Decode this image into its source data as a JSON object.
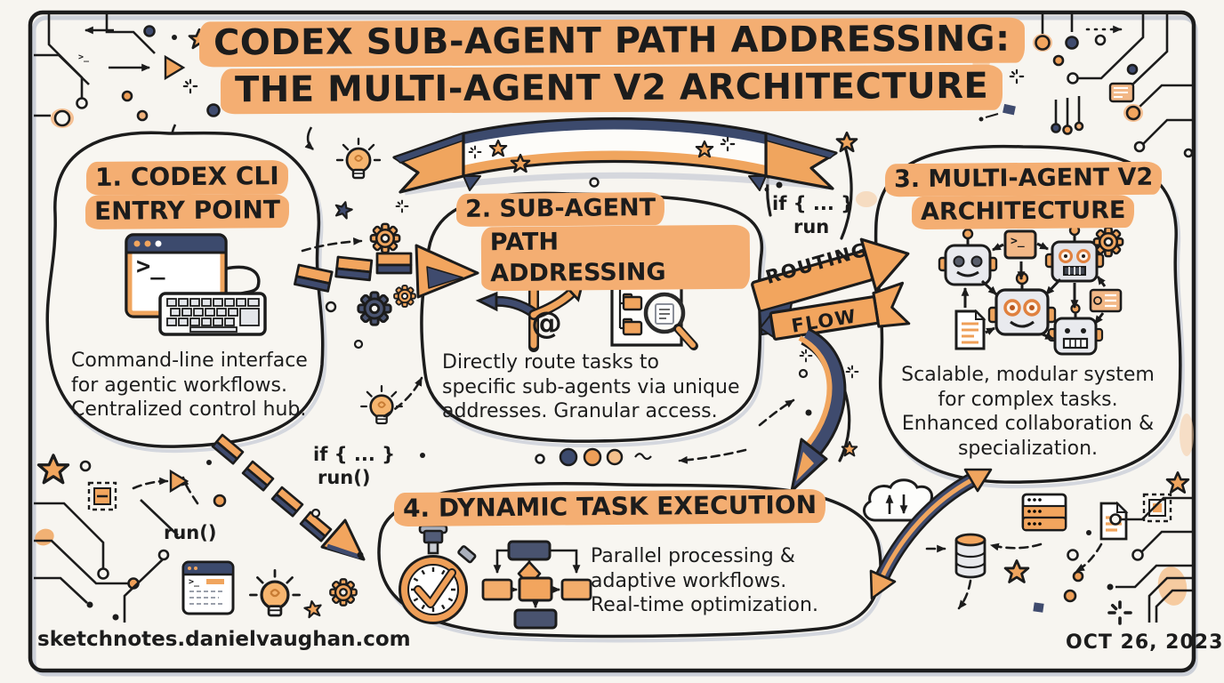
{
  "title": {
    "line1": "CODEX SUB-AGENT PATH ADDRESSING:",
    "line2": "THE MULTI-AGENT V2 ARCHITECTURE"
  },
  "sections": {
    "s1": {
      "heading_line1": "1. CODEX CLI",
      "heading_line2": "ENTRY POINT",
      "body_lines": [
        "Command-line interface",
        "for agentic workflows.",
        "Centralized control hub."
      ]
    },
    "s2": {
      "heading_line1": "2. SUB-AGENT",
      "heading_line2": "PATH ADDRESSING",
      "body_lines": [
        "Directly route tasks to",
        "specific sub-agents via unique",
        "addresses. Granular access."
      ]
    },
    "s3": {
      "heading_line1": "3. MULTI-AGENT V2",
      "heading_line2": "ARCHITECTURE",
      "body_lines": [
        "Scalable, modular system",
        "for complex tasks.",
        "Enhanced collaboration &",
        "specialization."
      ]
    },
    "s4": {
      "heading": "4. DYNAMIC TASK EXECUTION",
      "body_lines": [
        "Parallel processing &",
        "adaptive workflows.",
        "Real-time optimization."
      ]
    }
  },
  "annotations": {
    "routing_banner": "ROUTING",
    "flow_banner": "FLOW",
    "code_top_if": "if { ... }",
    "code_top_run": "run",
    "code_mid_if": "if { ... }",
    "code_mid_run": "run()",
    "code_bottom_left_run": "run()",
    "at_symbol": "@",
    "terminal_prompt": ">_"
  },
  "footer": {
    "site": "sketchnotes.danielvaughan.com",
    "date": "OCT 26, 2023"
  },
  "colors": {
    "paper": "#f7f5f0",
    "highlight": "#f4ae72",
    "accent_orange": "#ee9f58",
    "navy": "#3c4a6d",
    "ink": "#1c1c1c"
  }
}
